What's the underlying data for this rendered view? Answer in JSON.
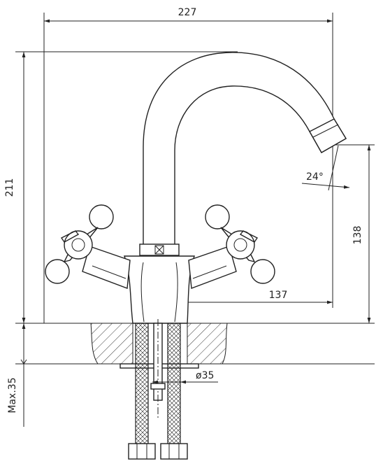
{
  "dimensions": {
    "overall_width": "227",
    "overall_height": "211",
    "spout_height": "138",
    "spout_reach": "137",
    "spout_angle": "24°",
    "hole_diameter": "ø35",
    "max_thickness": "Max.35"
  },
  "colors": {
    "ink": "#222222",
    "background": "#ffffff"
  }
}
